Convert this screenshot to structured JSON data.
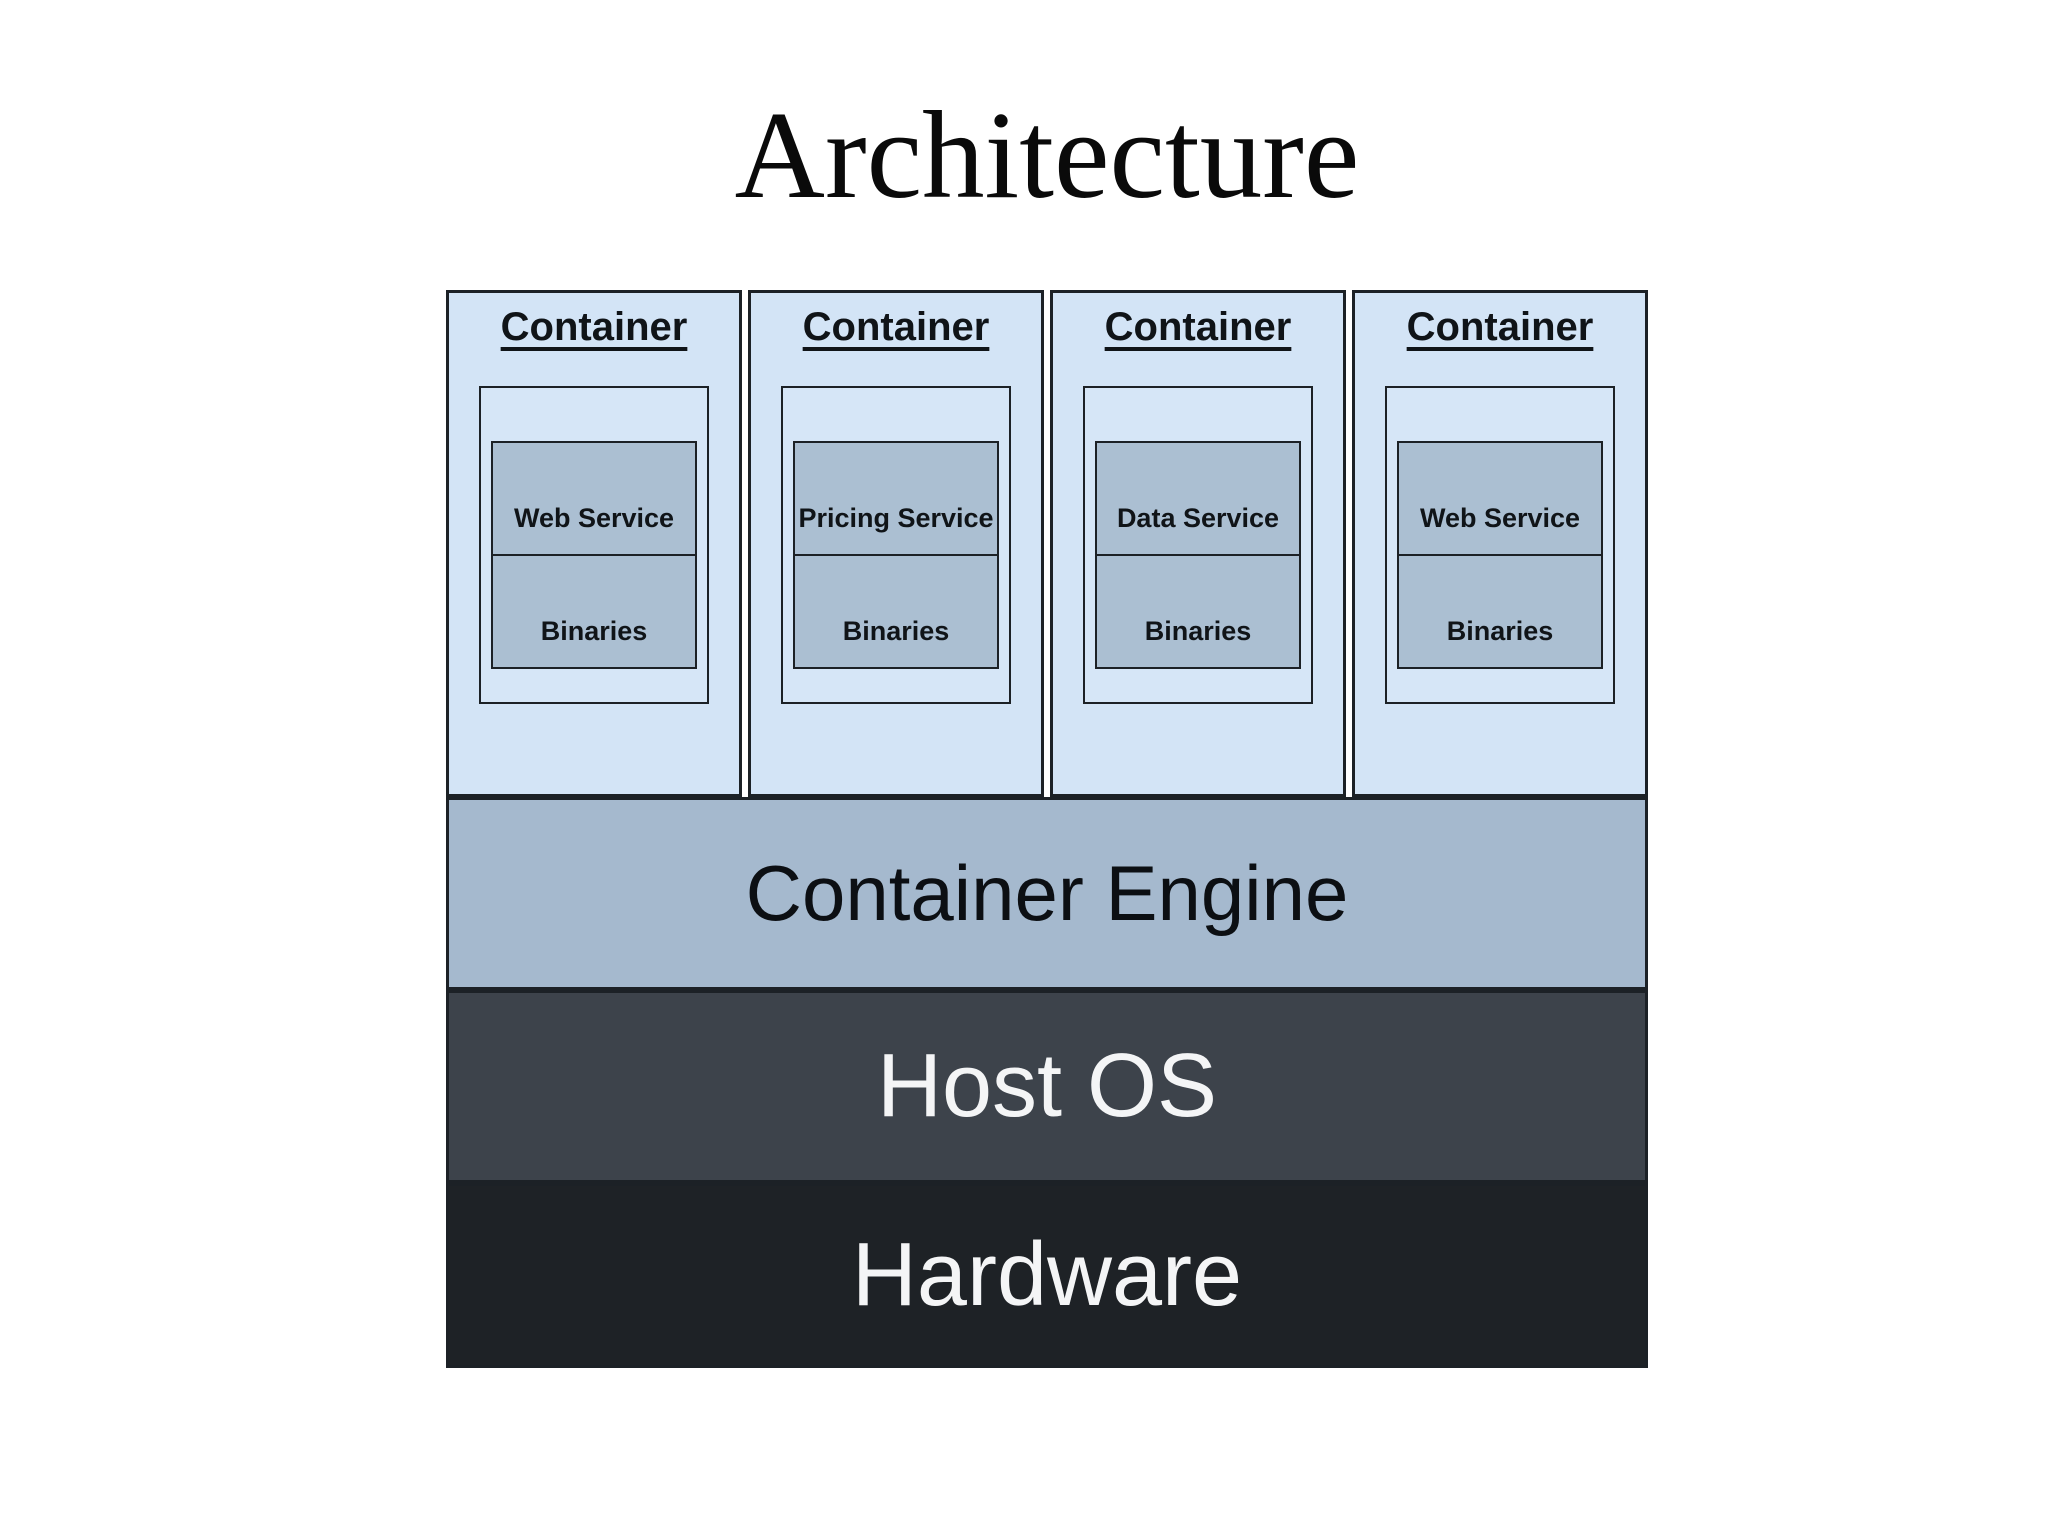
{
  "title": "Architecture",
  "diagram": {
    "containers": [
      {
        "label": "Container",
        "service": "Web Service",
        "binaries": "Binaries"
      },
      {
        "label": "Container",
        "service": "Pricing Service",
        "binaries": "Binaries"
      },
      {
        "label": "Container",
        "service": "Data Service",
        "binaries": "Binaries"
      },
      {
        "label": "Container",
        "service": "Web Service",
        "binaries": "Binaries"
      }
    ],
    "layers": {
      "engine": {
        "label": "Container Engine"
      },
      "host": {
        "label": "Host OS"
      },
      "hardware": {
        "label": "Hardware"
      }
    }
  },
  "colors": {
    "container_bg": "#d3e4f6",
    "inner_bg": "#d6e6f7",
    "cell_bg": "#abbfd2",
    "engine_bg": "#a5b9ce",
    "host_bg": "#3d434b",
    "hardware_bg": "#1e2226",
    "border": "#1c2126",
    "dark_text": "#101418",
    "light_text": "#f4f5f6"
  }
}
